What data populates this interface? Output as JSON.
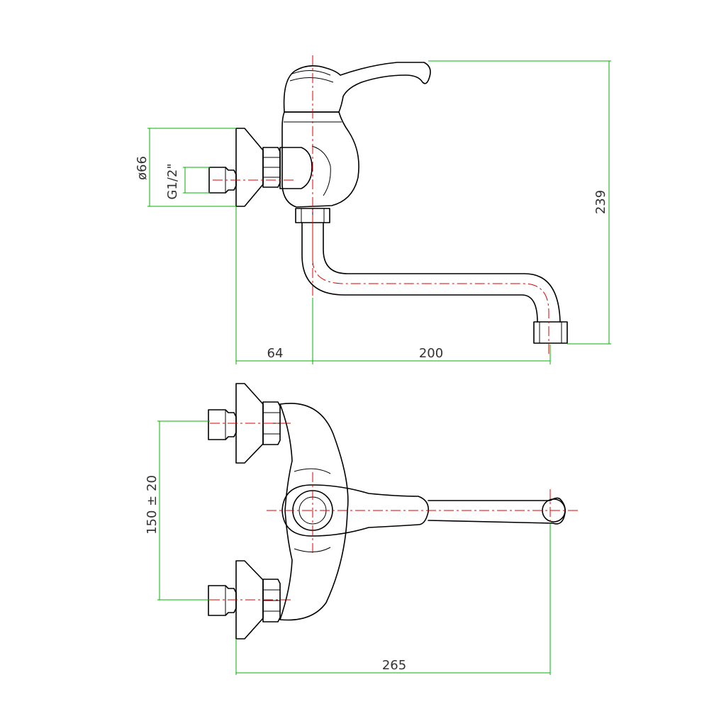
{
  "side_view": {
    "dimensions": {
      "total_height": "239",
      "wall_to_axis": "64",
      "axis_to_spout": "200",
      "flange_diameter": "ø66",
      "thread": "G1/2\""
    }
  },
  "top_view": {
    "dimensions": {
      "inlet_spacing": "150 ± 20",
      "total_length": "265"
    }
  },
  "colors": {
    "outline": "#000000",
    "centerline": "#e00000",
    "dimension": "#00b400"
  }
}
